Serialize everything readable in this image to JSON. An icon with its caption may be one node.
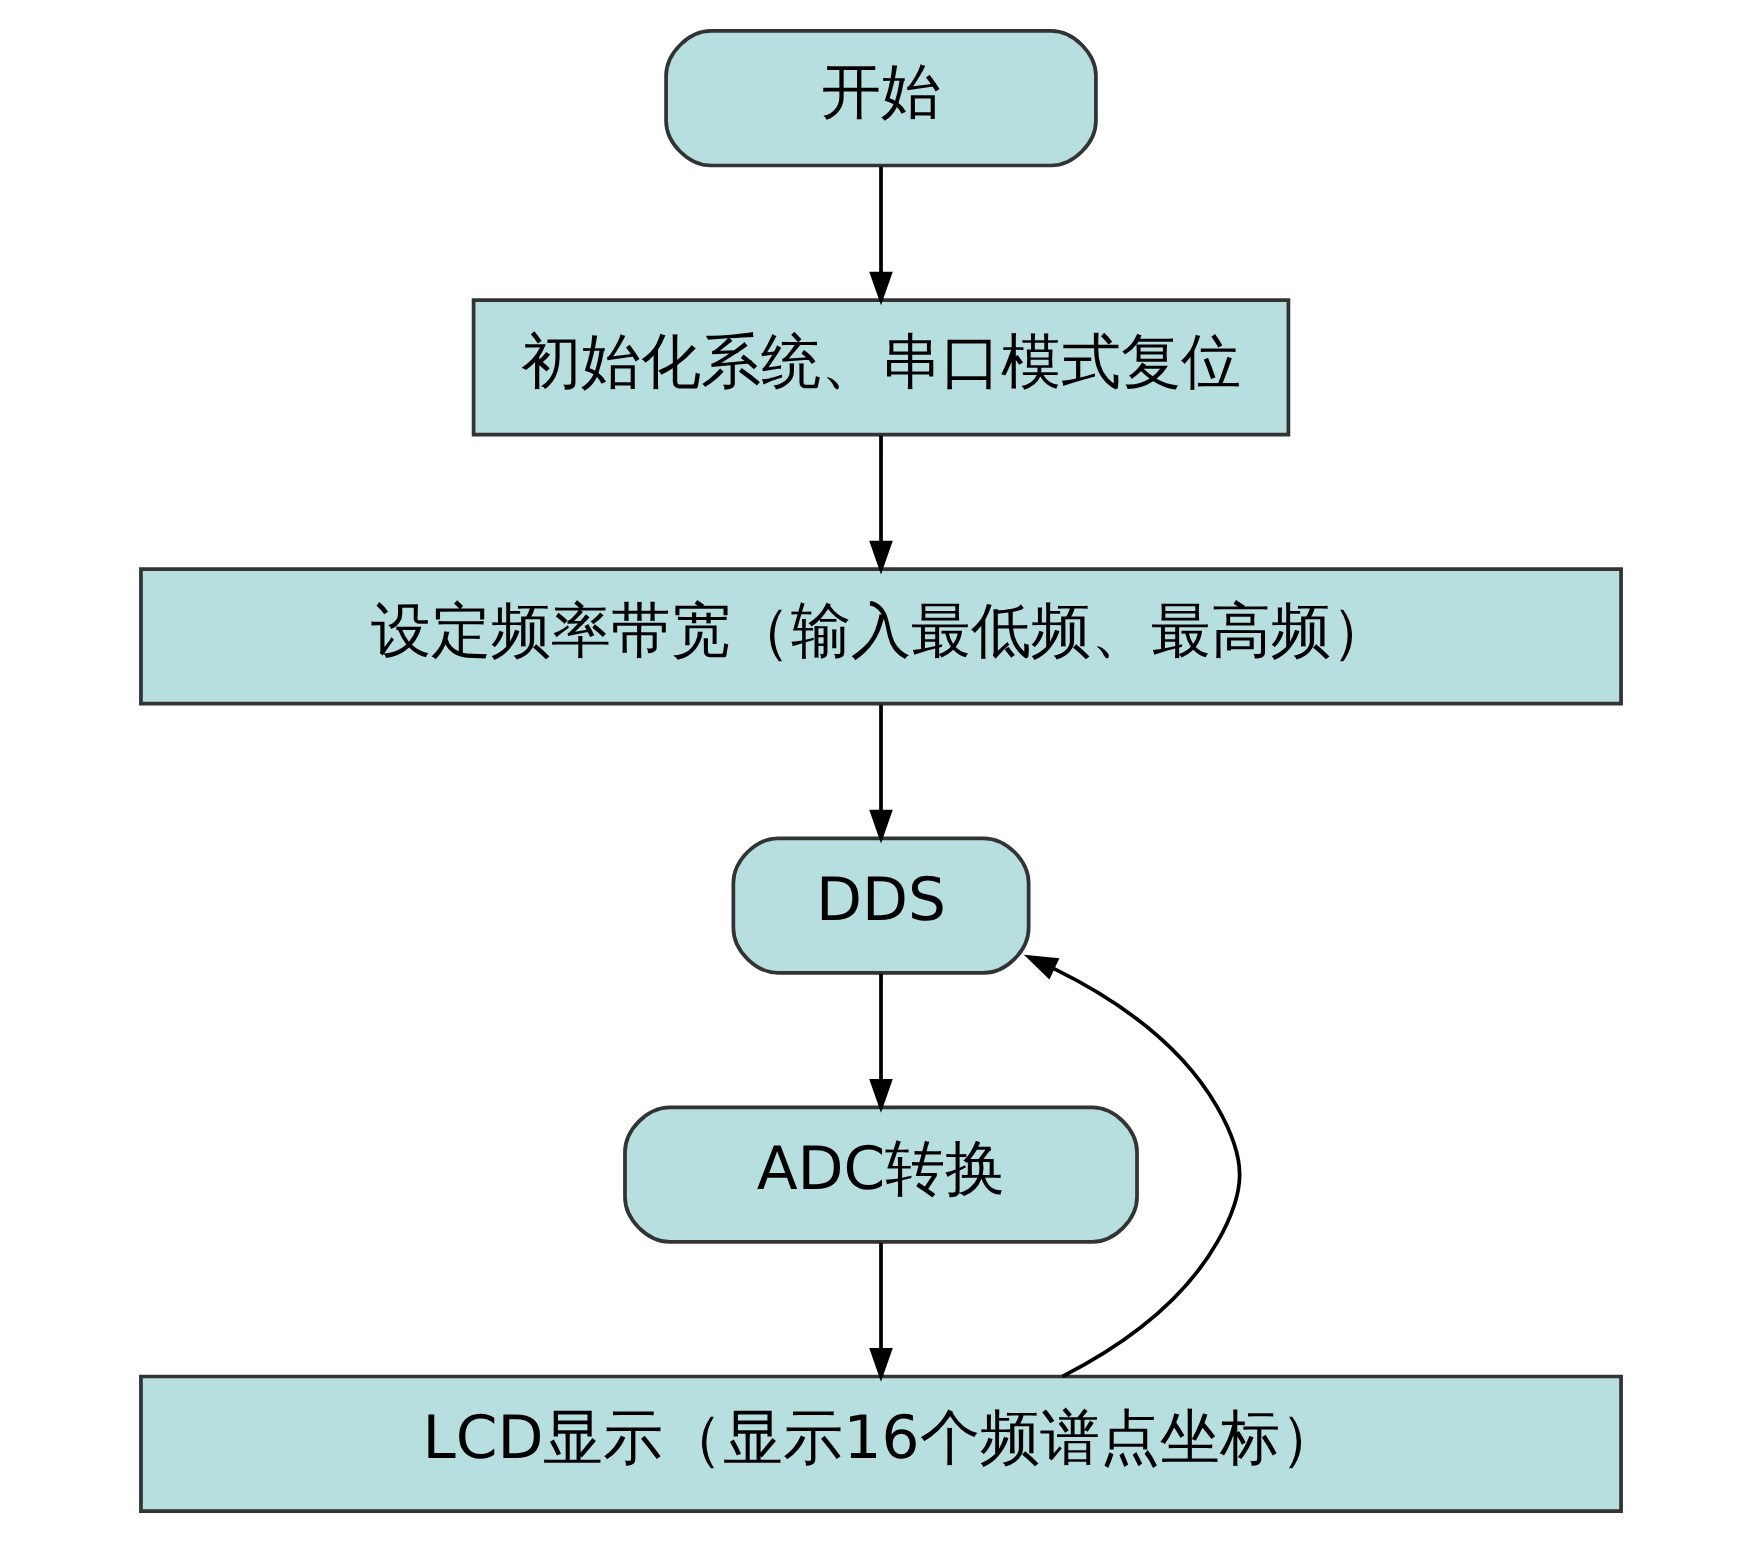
{
  "diagram": {
    "nodes": [
      {
        "text": [
          "开始"
        ]
      },
      {
        "text": [
          "初始化系统、串口模式复位"
        ]
      },
      {
        "text": [
          "设定频率带宽（输入最低频、最高频）"
        ]
      },
      {
        "text": [
          "DDS"
        ]
      },
      {
        "text": [
          "ADC转换"
        ]
      },
      {
        "text": [
          "LCD显示（显示16个频谱点坐标）"
        ]
      }
    ],
    "edges": [
      {
        "from": 0,
        "to": 1,
        "arrow": "to"
      },
      {
        "from": 1,
        "to": 2,
        "arrow": "to"
      },
      {
        "from": 2,
        "to": 3,
        "arrow": "to"
      },
      {
        "from": 3,
        "to": 4,
        "arrow": "to"
      },
      {
        "from": 4,
        "to": 5,
        "arrow": "to"
      },
      {
        "from": 5,
        "to": 3,
        "arrow": "to"
      }
    ]
  }
}
